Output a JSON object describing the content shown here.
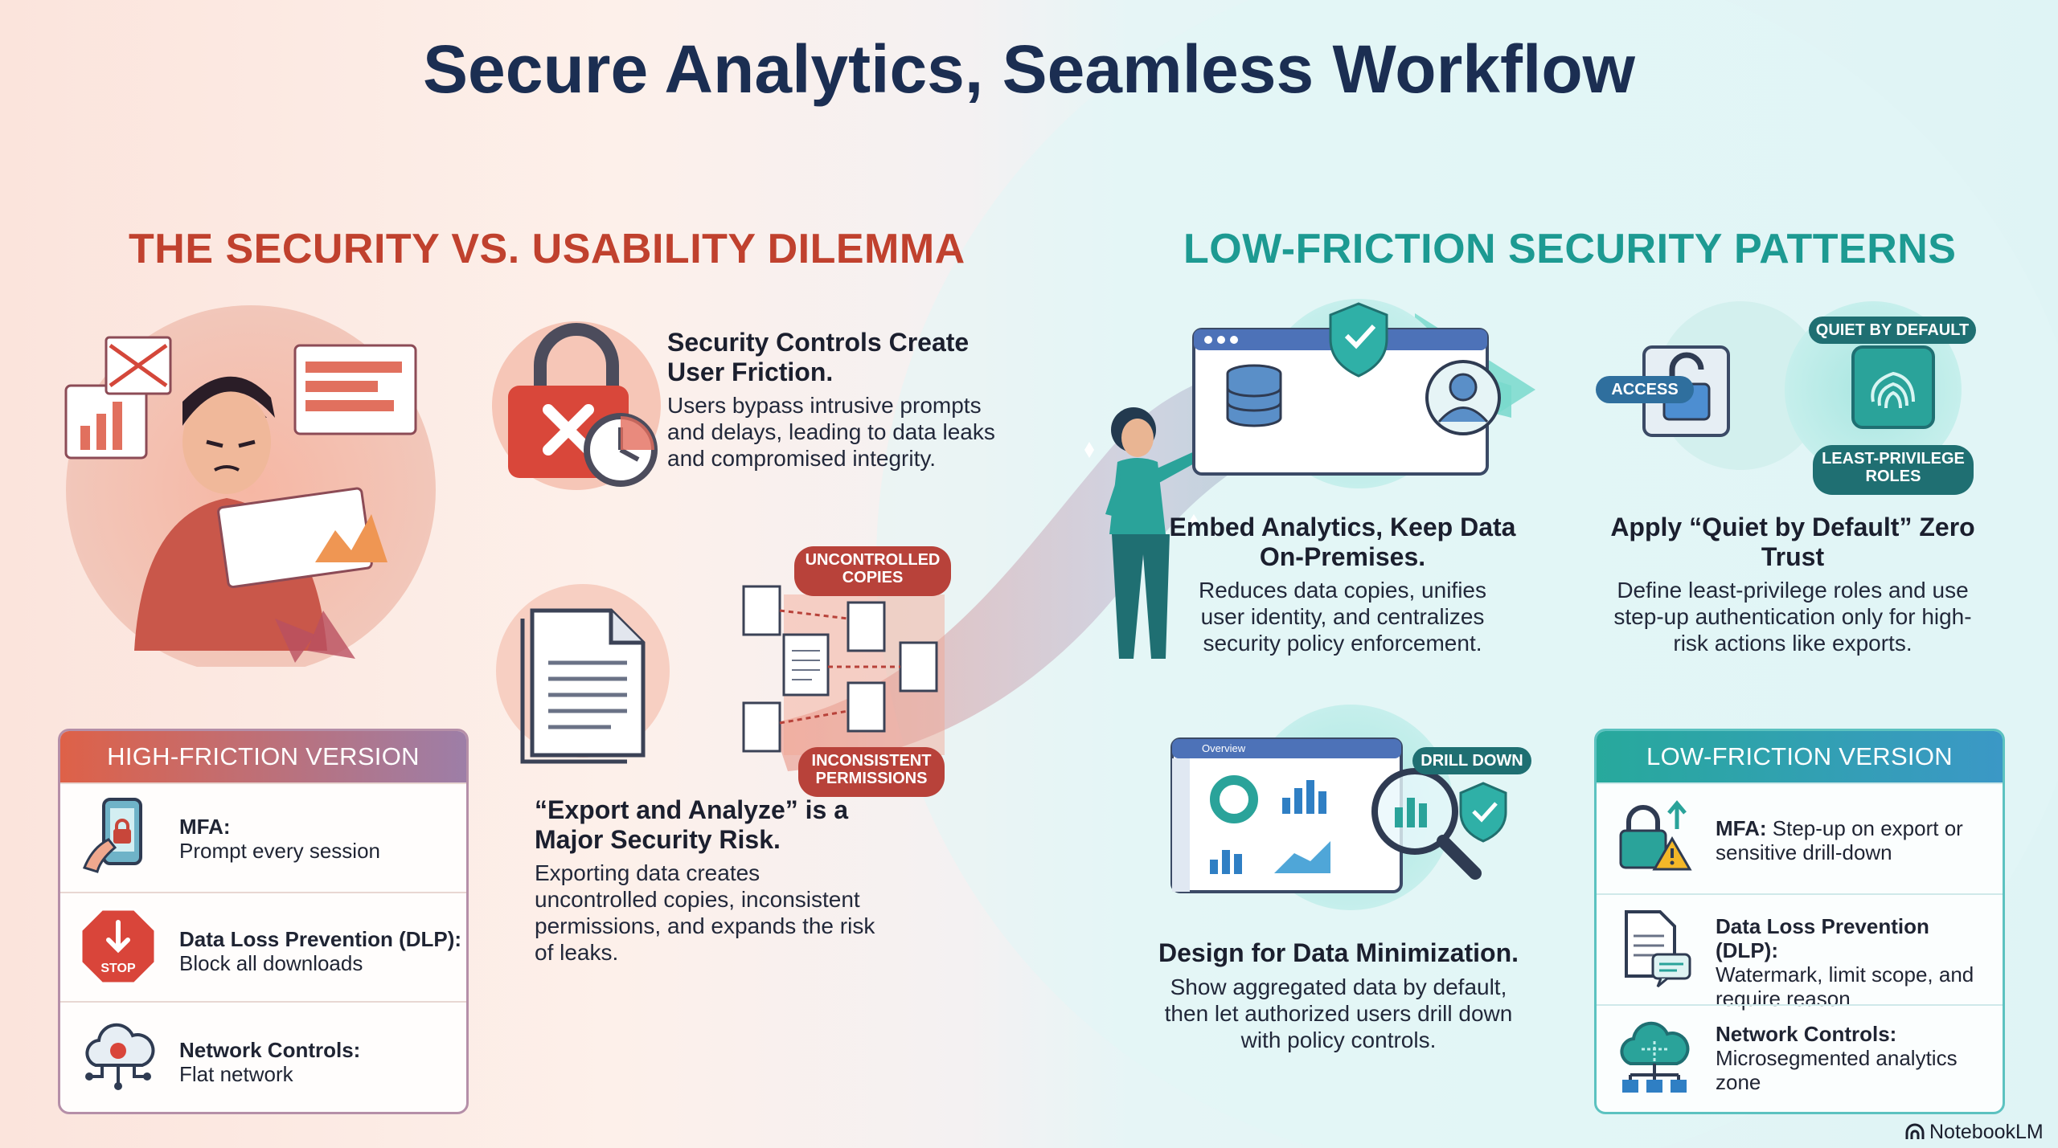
{
  "title": "Secure Analytics, Seamless Workflow",
  "left": {
    "heading": "THE SECURITY VS. USABILITY DILEMMA",
    "friction": {
      "heading": "Security Controls Create User Friction.",
      "body": "Users bypass intrusive prompts and delays, leading to data leaks and compromised integrity."
    },
    "export_risk": {
      "heading": "“Export and Analyze” is a Major Security Risk.",
      "body": "Exporting data creates uncontrolled copies, inconsistent permissions, and expands the risk of leaks."
    },
    "tag_copies": "UNCONTROLLED COPIES",
    "tag_permissions": "INCONSISTENT PERMISSIONS",
    "high_friction": {
      "title": "HIGH-FRICTION VERSION",
      "rows": [
        {
          "label": "MFA:",
          "detail": "Prompt every session",
          "icon": "phone-lock-icon"
        },
        {
          "label": "Data Loss Prevention (DLP):",
          "detail": "Block all downloads",
          "icon": "stop-download-icon"
        },
        {
          "label": "Network Controls:",
          "detail": "Flat network",
          "icon": "cloud-network-icon"
        }
      ],
      "stop_text": "STOP"
    }
  },
  "right": {
    "heading": "LOW-FRICTION SECURITY PATTERNS",
    "embed": {
      "heading": "Embed Analytics, Keep Data On-Premises.",
      "body": "Reduces data copies, unifies user identity, and centralizes security policy enforcement."
    },
    "zero_trust": {
      "heading": "Apply “Quiet by Default” Zero Trust",
      "body": "Define least-privilege roles and use step-up authentication only for high-risk actions like exports."
    },
    "tag_quiet": "QUIET BY DEFAULT",
    "tag_access": "ACCESS",
    "tag_least": "LEAST-PRIVILEGE ROLES",
    "minimization": {
      "heading": "Design for Data Minimization.",
      "body": "Show aggregated data by default, then let authorized users drill down with policy controls."
    },
    "tag_drill": "DRILL DOWN",
    "dashboard_label": "Overview",
    "low_friction": {
      "title": "LOW-FRICTION VERSION",
      "rows": [
        {
          "label": "MFA:",
          "detail": "Step-up on export or sensitive drill-down",
          "icon": "lock-warning-icon"
        },
        {
          "label": "Data Loss Prevention (DLP):",
          "detail": "Watermark, limit scope, and require reason",
          "icon": "document-chat-icon"
        },
        {
          "label": "Network Controls:",
          "detail": "Microsegmented analytics zone",
          "icon": "cloud-segments-icon"
        }
      ]
    }
  },
  "brand": "NotebookLM",
  "colors": {
    "left_accent": "#c0412e",
    "right_accent": "#1d9a92",
    "title": "#1b2e52"
  }
}
